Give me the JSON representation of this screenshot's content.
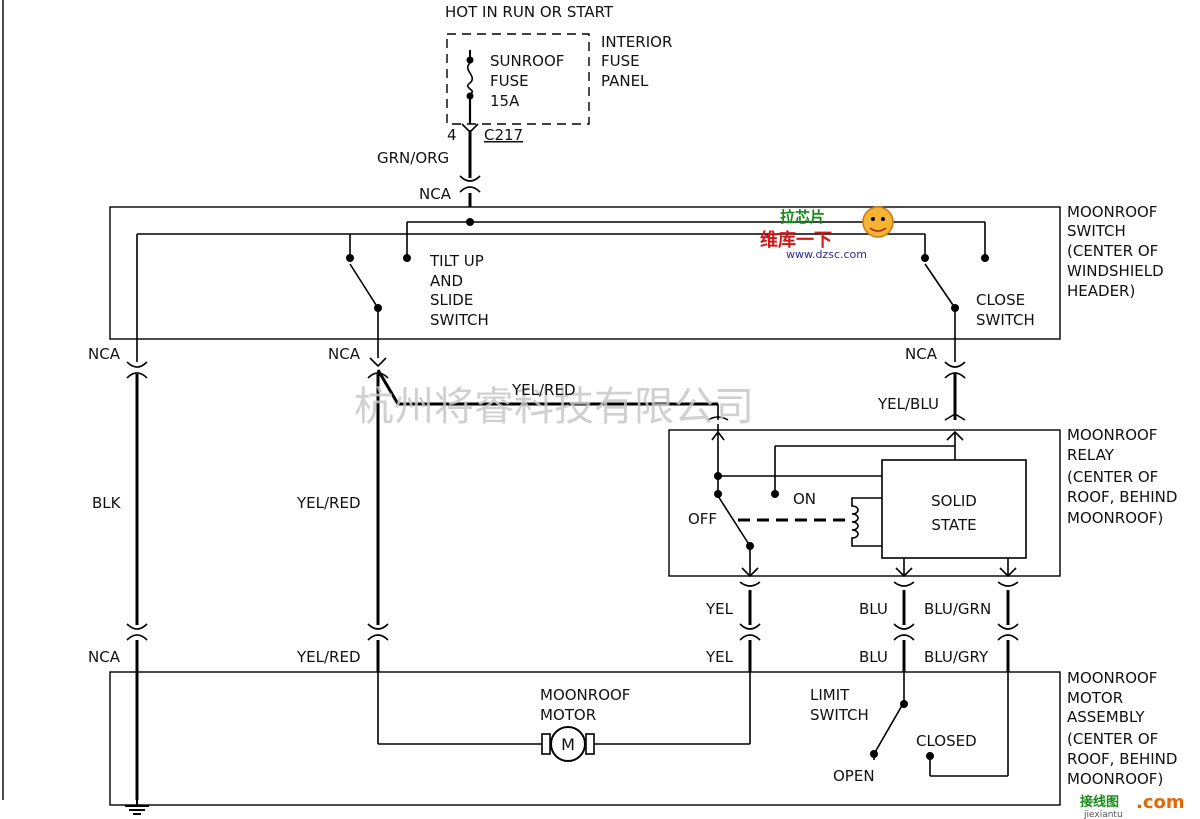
{
  "labels": {
    "hot_in_run": "HOT IN RUN OR START",
    "fuse_name_1": "SUNROOF",
    "fuse_name_2": "FUSE",
    "fuse_rating": "15A",
    "fuse_panel_1": "INTERIOR",
    "fuse_panel_2": "FUSE",
    "fuse_panel_3": "PANEL",
    "pin_4": "4",
    "connector_c217": "C217",
    "wire_grn_org": "GRN/ORG",
    "nca_top": "NCA",
    "tilt_1": "TILT UP",
    "tilt_2": "AND",
    "tilt_3": "SLIDE",
    "tilt_4": "SWITCH",
    "close_1": "CLOSE",
    "close_2": "SWITCH",
    "sw_title_1": "MOONROOF",
    "sw_title_2": "SWITCH",
    "sw_title_3": "(CENTER OF",
    "sw_title_4": "WINDSHIELD",
    "sw_title_5": "HEADER)",
    "nca_left": "NCA",
    "nca_mid": "NCA",
    "nca_right": "NCA",
    "wire_yel_red_top": "YEL/RED",
    "wire_yel_blu": "YEL/BLU",
    "relay_title_1": "MOONROOF",
    "relay_title_2": "RELAY",
    "relay_title_3": "(CENTER OF",
    "relay_title_4": "ROOF, BEHIND",
    "relay_title_5": "MOONROOF)",
    "on": "ON",
    "off": "OFF",
    "solid_1": "SOLID",
    "solid_2": "STATE",
    "wire_blk": "BLK",
    "wire_yel_red_mid": "YEL/RED",
    "wire_yel_1": "YEL",
    "wire_blu_1": "BLU",
    "wire_blu_grn": "BLU/GRN",
    "nca_bottom": "NCA",
    "wire_yel_red_bot": "YEL/RED",
    "wire_yel_2": "YEL",
    "wire_blu_2": "BLU",
    "wire_blu_gry": "BLU/GRY",
    "motor_1": "MOONROOF",
    "motor_2": "MOTOR",
    "motor_symbol": "M",
    "limit_1": "LIMIT",
    "limit_2": "SWITCH",
    "closed": "CLOSED",
    "open": "OPEN",
    "asm_title_1": "MOONROOF",
    "asm_title_2": "MOTOR",
    "asm_title_3": "ASSEMBLY",
    "asm_title_4": "(CENTER OF",
    "asm_title_5": "ROOF, BEHIND",
    "asm_title_6": "MOONROOF)"
  },
  "watermarks": {
    "company": "杭州将睿科技有限公司",
    "site": "www.dzsc.com",
    "brand_cn": "维库一下",
    "brand_cn2": "拉芯片",
    "jiexian": "接线图",
    "dotcom": ".com",
    "jiexian_en": "jiexiantu"
  }
}
